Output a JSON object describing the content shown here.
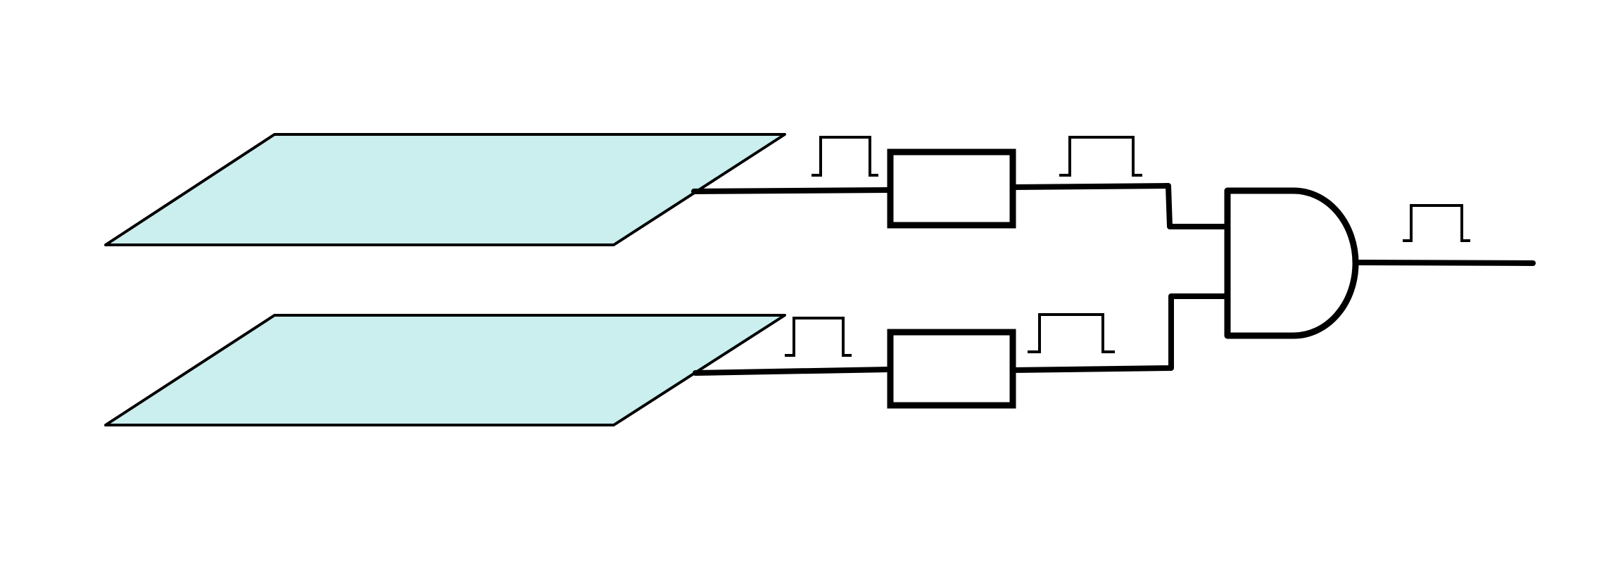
{
  "diagram": {
    "type": "coincidence-detection-circuit",
    "components": [
      {
        "id": "detector-plane-top",
        "kind": "detector-plane"
      },
      {
        "id": "detector-plane-bottom",
        "kind": "detector-plane"
      },
      {
        "id": "signal-box-top",
        "kind": "signal-processing-box"
      },
      {
        "id": "signal-box-bottom",
        "kind": "signal-processing-box"
      },
      {
        "id": "and-gate",
        "kind": "and-gate"
      }
    ],
    "pulses": [
      "pulse-top-input",
      "pulse-top-output",
      "pulse-bottom-input",
      "pulse-bottom-output",
      "pulse-and-output"
    ]
  },
  "colors": {
    "plane_fill": "#cbeeee",
    "line": "#000000",
    "background": "#ffffff"
  }
}
